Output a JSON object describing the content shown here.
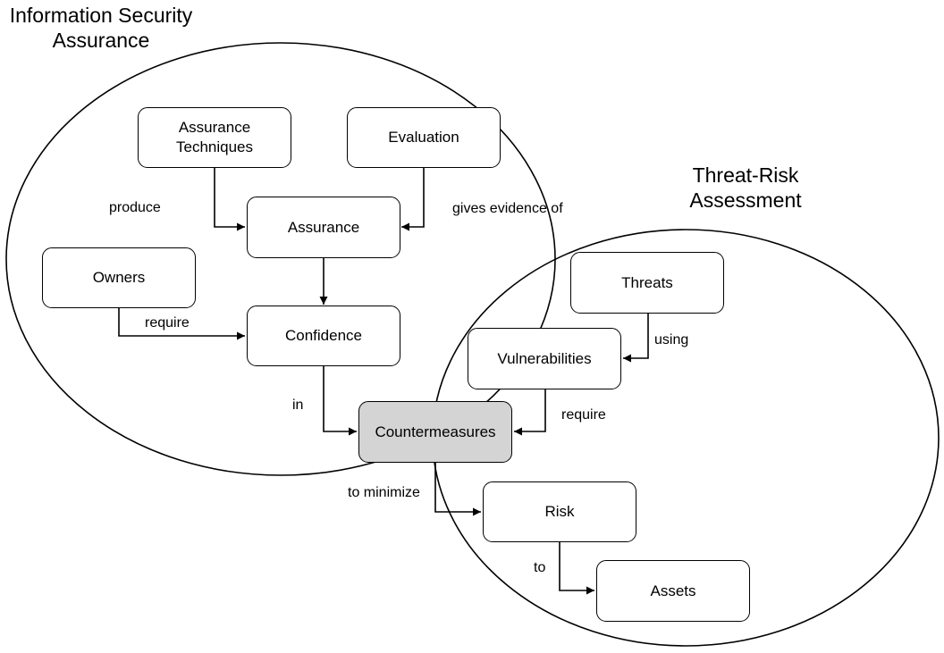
{
  "regions": {
    "info_security": {
      "title_line1": "Information Security",
      "title_line2": "Assurance"
    },
    "threat_risk": {
      "title_line1": "Threat-Risk",
      "title_line2": "Assessment"
    }
  },
  "nodes": {
    "assurance_techniques": "Assurance\nTechniques",
    "evaluation": "Evaluation",
    "assurance": "Assurance",
    "owners": "Owners",
    "confidence": "Confidence",
    "countermeasures": "Countermeasures",
    "threats": "Threats",
    "vulnerabilities": "Vulnerabilities",
    "risk": "Risk",
    "assets": "Assets"
  },
  "edge_labels": {
    "produce": "produce",
    "gives_evidence_of": "gives evidence of",
    "require_owners": "require",
    "in": "in",
    "using": "using",
    "require_vulnerabilities": "require",
    "to_minimize": "to minimize",
    "to": "to"
  },
  "colors": {
    "highlight_fill": "#d4d4d4",
    "stroke": "#000000"
  }
}
